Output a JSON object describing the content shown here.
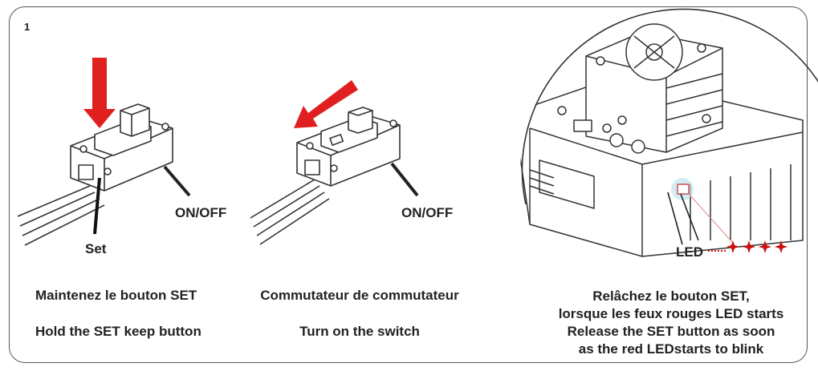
{
  "step_number": "1",
  "labels": {
    "set": "Set",
    "on_off_1": "ON/OFF",
    "on_off_2": "ON/OFF",
    "led": "LED"
  },
  "captions": {
    "step1_fr": "Maintenez le bouton SET",
    "step1_en": "Hold the SET keep button",
    "step2_fr": "Commutateur de commutateur",
    "step2_en": "Turn on the switch",
    "step3_line1": "Relâchez le bouton SET,",
    "step3_line2": "lorsque les feux rouges LED starts",
    "step3_line3": "Release the SET button as soon",
    "step3_line4": "as the red LEDstarts to blink"
  },
  "colors": {
    "arrow": "#e02020",
    "led_blink": "#cc1111",
    "outline": "#333333"
  }
}
